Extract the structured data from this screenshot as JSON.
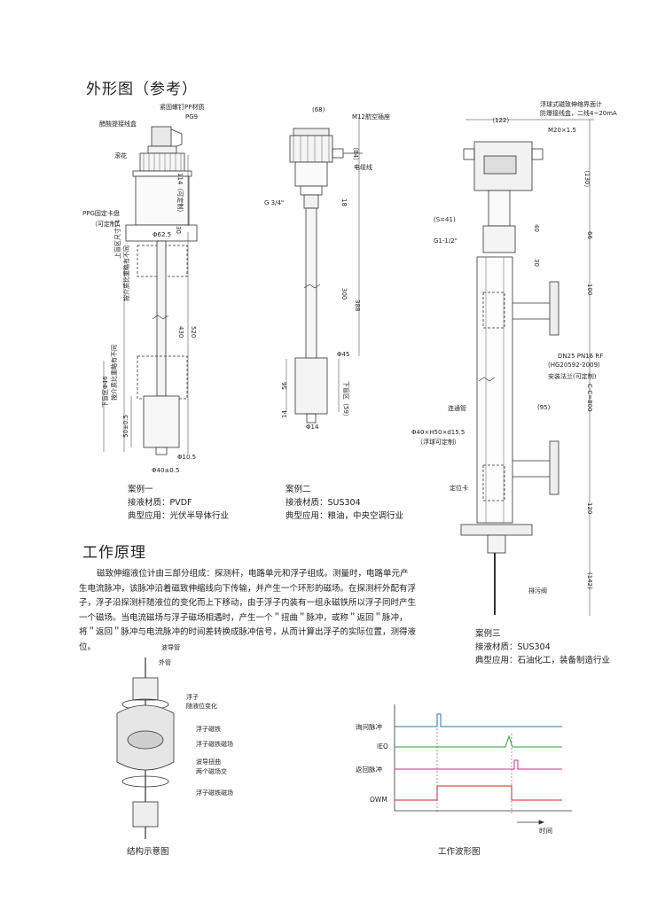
{
  "sections": {
    "outline_title": "外形图（参考）",
    "principle_title": "工作原理"
  },
  "case1": {
    "caption": "案例一",
    "material": "接液材质：PVDF",
    "application": "典型应用：光伏半导体行业",
    "labels": {
      "cap_ppf": "紧固螺钉PP材质",
      "pg9": "PG9",
      "junction": "醋酸提接线盒",
      "knurl": "滚花",
      "d114": "114（可定制）",
      "flange": "PPG固定卡盘",
      "custom": "（可定制）",
      "phi62": "Φ62.5",
      "d30": "30",
      "blind_top": "上盲区尺寸14",
      "blind_top2": "按介质比重略有不同",
      "d430": "430",
      "d520": "520",
      "blind_bot": "下盲区Φ46",
      "blind_bot2": "按介质比重略有不同",
      "d50": "50±0.5",
      "phi10": "Φ10.5",
      "phi40": "Φ40±0.5"
    }
  },
  "case2": {
    "caption": "案例二",
    "material": "接液材质：SUS304",
    "application": "典型应用：粮油，中央空调行业",
    "labels": {
      "d68": "(68)",
      "m12": "M12航空插座",
      "d84": "（84）",
      "cable": "电缆线",
      "g34": "G 3/4\"",
      "d18": "18",
      "d300": "300",
      "d388": "388",
      "phi45": "Φ45",
      "d56": "56",
      "blind": "下盲区（59）",
      "d14": "14",
      "phi14": "Φ14"
    }
  },
  "case3": {
    "caption": "案例三",
    "material": "接液材质：SUS304",
    "application": "典型应用：石油化工，装备制造行业",
    "labels": {
      "top1": "浮球式磁致伸缩界面计",
      "top2": "防爆接线盒，二线4~20mA",
      "d122": "（122）",
      "m20": "M20×1.5",
      "d130": "（130）",
      "s41": "(S=41)",
      "g112": "G1-1/2\"",
      "d40": "40",
      "d66": "66",
      "d30": "30",
      "d100": "100",
      "dn25": "DN25 PN16 RF",
      "hg": "(HG20592-2009)",
      "flange_custom": "安装法兰(可定制)",
      "cc800": "C-C=800",
      "d95": "(95)",
      "pipe": "连通管",
      "float": "Φ40×H50×d15.5",
      "float2": "（浮球可定制）",
      "clamp": "定位卡",
      "d120": "120",
      "d142": "(142)",
      "drain": "排污阀"
    }
  },
  "principle": {
    "text": "磁致伸缩液位计由三部分组成：探测杆，电路单元和浮子组成。测量时，电路单元产生电流脉冲，该脉冲沿着磁致伸缩线向下传输，并产生一个环形的磁场。在探测杆外配有浮子，浮子沿探测杆随液位的变化而上下移动，由于浮子内装有一组永磁铁所以浮子同时产生一个磁场。当电流磁场与浮子磁场相遇时，产生一个＂扭曲＂脉冲，或称＂返回＂脉冲，  将＂返回＂脉冲与电流脉冲的时间差转换成脉冲信号，从而计算出浮子的实际位置，测得液位。"
  },
  "structure": {
    "caption": "结构示意图",
    "labels": {
      "waveguide": "波导管",
      "outer": "外管",
      "float": "浮子",
      "float2": "随液位变化",
      "magnet": "浮子磁铁",
      "field": "浮子磁铁磁场",
      "twist": "波导扭曲",
      "twist2": "两个磁场交",
      "field2": "浮子磁铁磁场"
    }
  },
  "waveform": {
    "caption": "工作波形图",
    "rows": [
      "询问脉冲",
      "IEO",
      "返回脉冲",
      "OWM"
    ],
    "time": "时间",
    "colors": {
      "query": "#1f77b4",
      "ieo": "#2ca02c",
      "ret": "#d62790",
      "owm": "#d62728"
    }
  }
}
